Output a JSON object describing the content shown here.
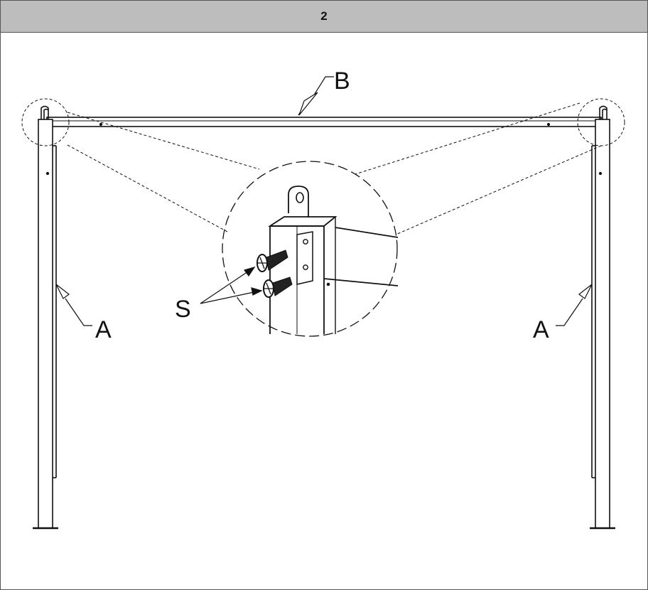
{
  "step": {
    "number": "2"
  },
  "labels": {
    "beam": "B",
    "post_left": "A",
    "post_right": "A",
    "screws": "S"
  }
}
